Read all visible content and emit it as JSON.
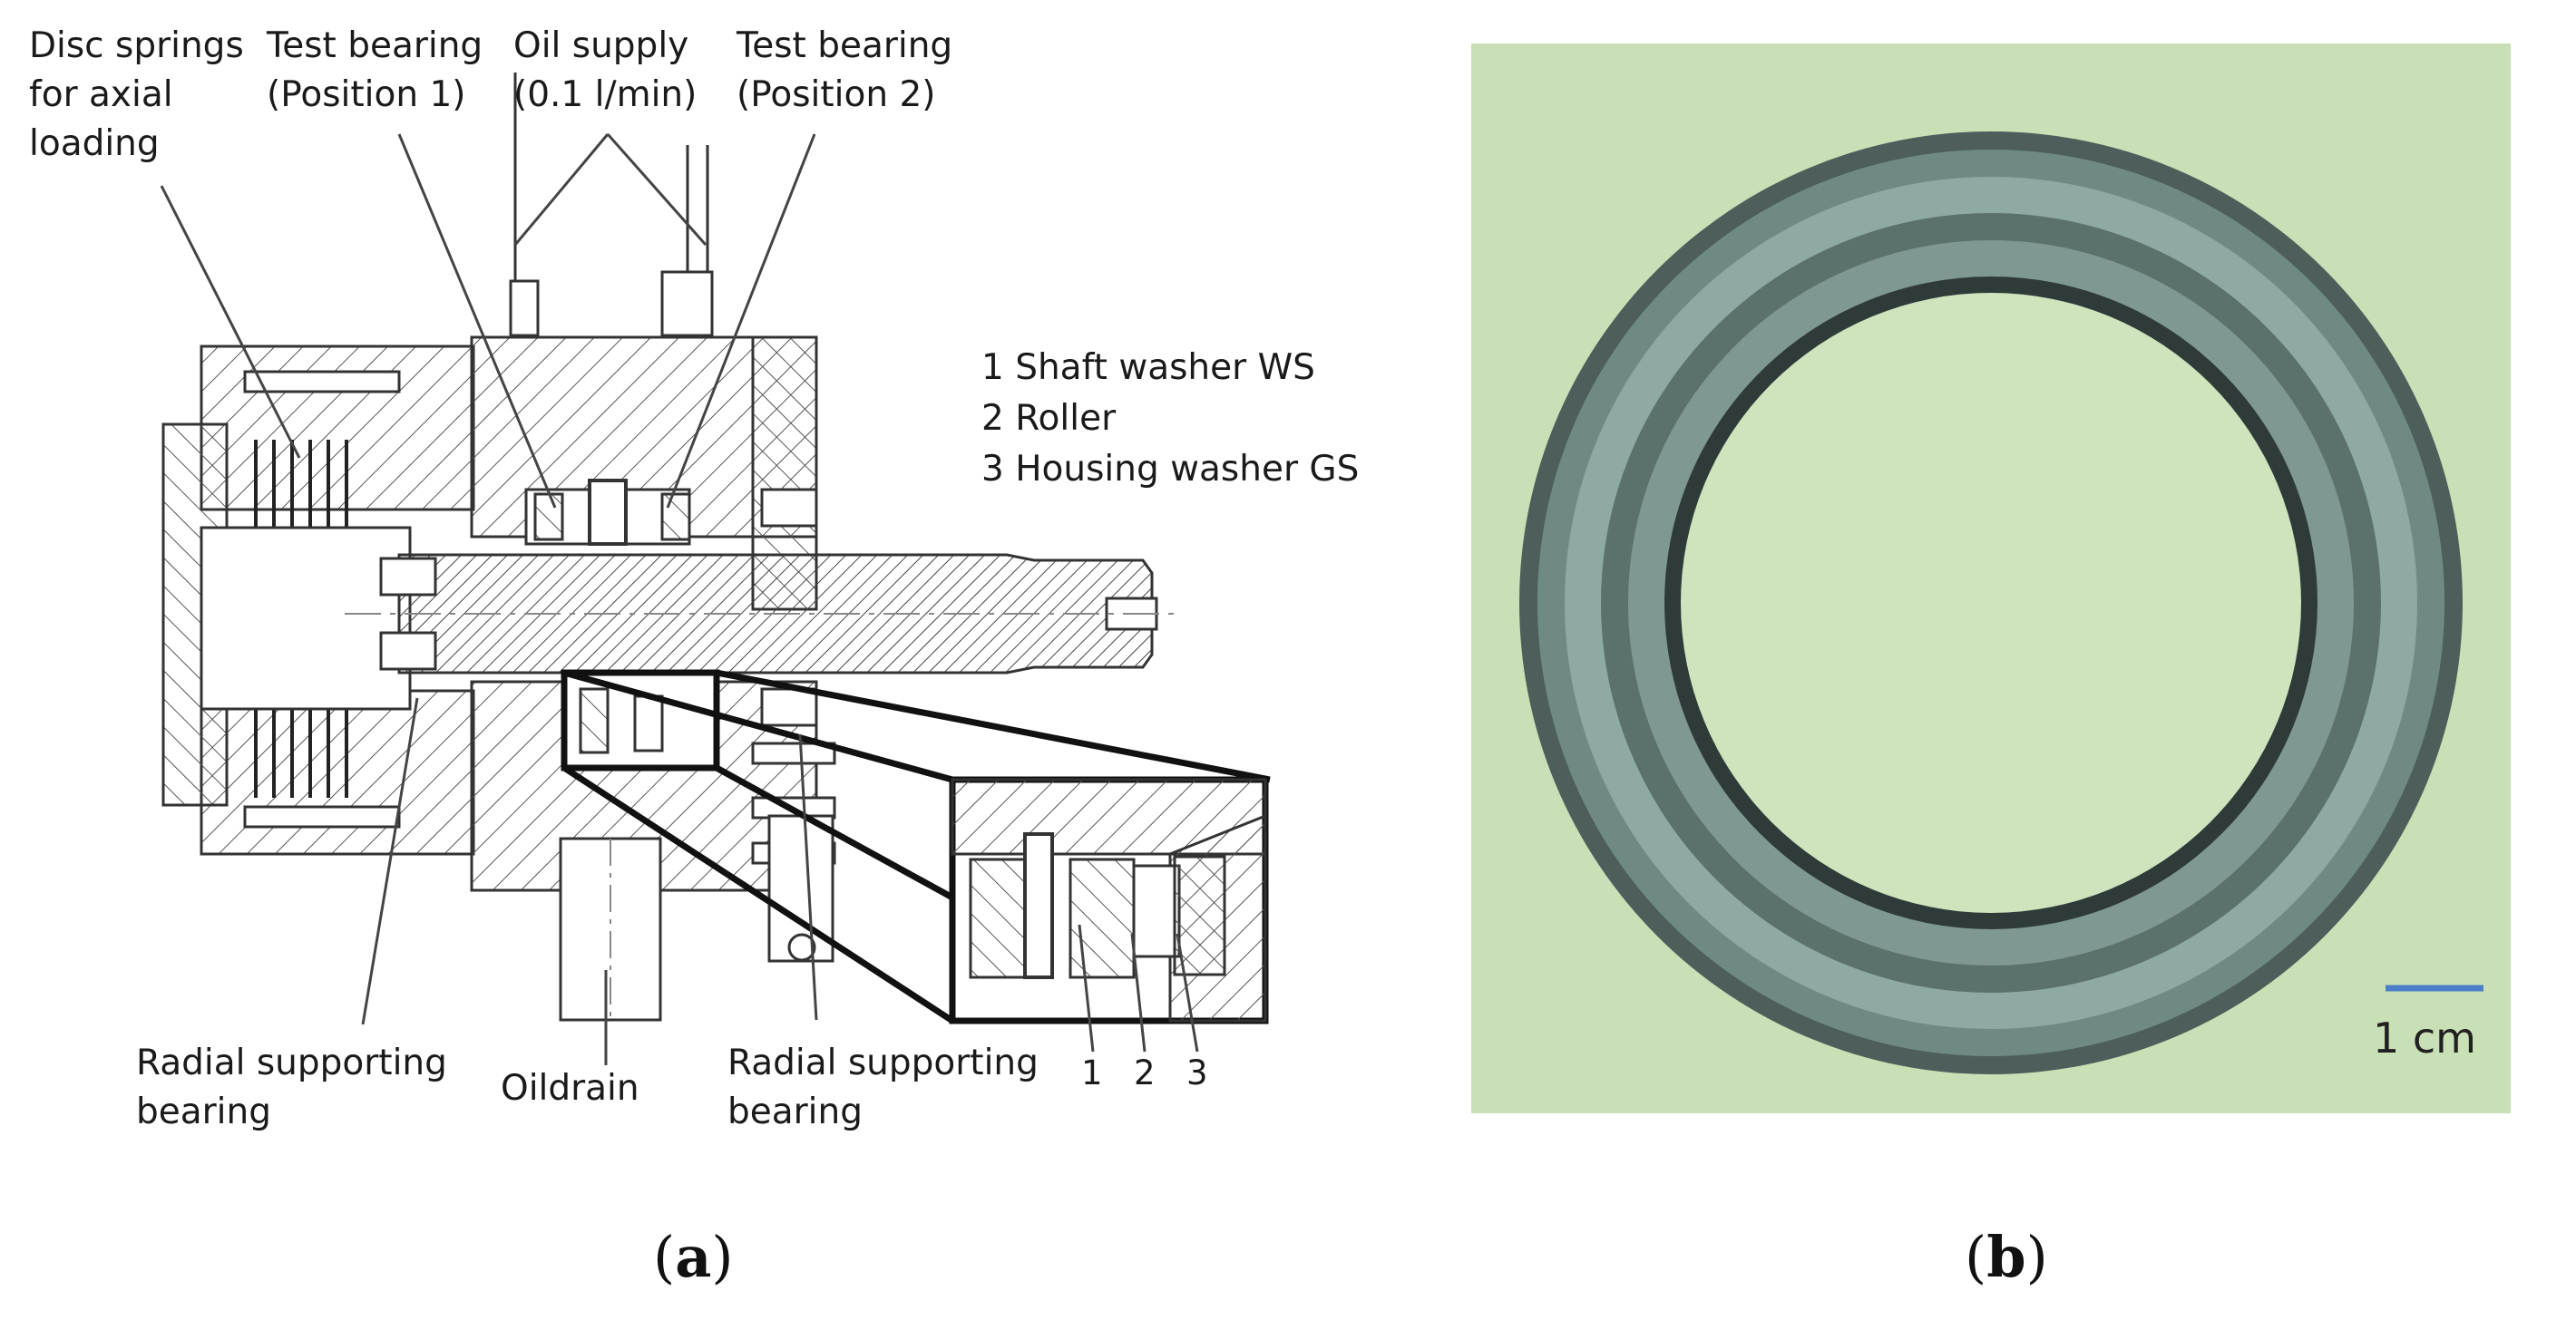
{
  "panel_a": {
    "letter": "a",
    "labels": {
      "disc_springs": [
        "Disc springs",
        "for axial",
        "loading"
      ],
      "test_bearing_1": [
        "Test bearing",
        "(Position 1)"
      ],
      "oil_supply": [
        "Oil supply",
        "(0.1 l/min)"
      ],
      "test_bearing_2": [
        "Test bearing",
        "(Position 2)"
      ],
      "radial_left": [
        "Radial supporting",
        "bearing"
      ],
      "oildrain": "Oildrain",
      "radial_right": [
        "Radial supporting",
        "bearing"
      ]
    },
    "legend": [
      "1 Shaft washer WS",
      "2 Roller",
      "3 Housing washer GS"
    ],
    "detail_numbers": [
      "1",
      "2",
      "3"
    ]
  },
  "panel_b": {
    "letter": "b",
    "scale_bar": "1 cm",
    "colors": {
      "background": "#c9dfb5",
      "ring_dark": "#3f4f4d",
      "ring_light": "#8fa9a4",
      "scale": "#4a7fc9"
    }
  }
}
